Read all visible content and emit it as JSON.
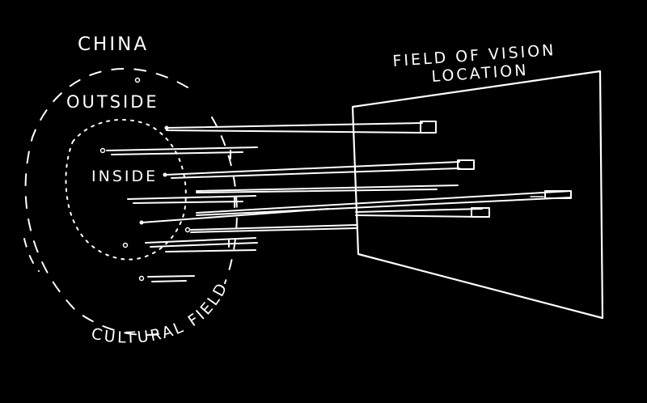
{
  "labels": {
    "china": "CHINA",
    "outside": "OUTSIDE",
    "inside": "INSIDE",
    "cultural_field": "CULTURAL FIELD",
    "field_of_vision_line1": "FIELD OF VISION",
    "field_of_vision_line2": "LOCATION"
  },
  "colors": {
    "background": "#000000",
    "ink": "#ffffff"
  }
}
